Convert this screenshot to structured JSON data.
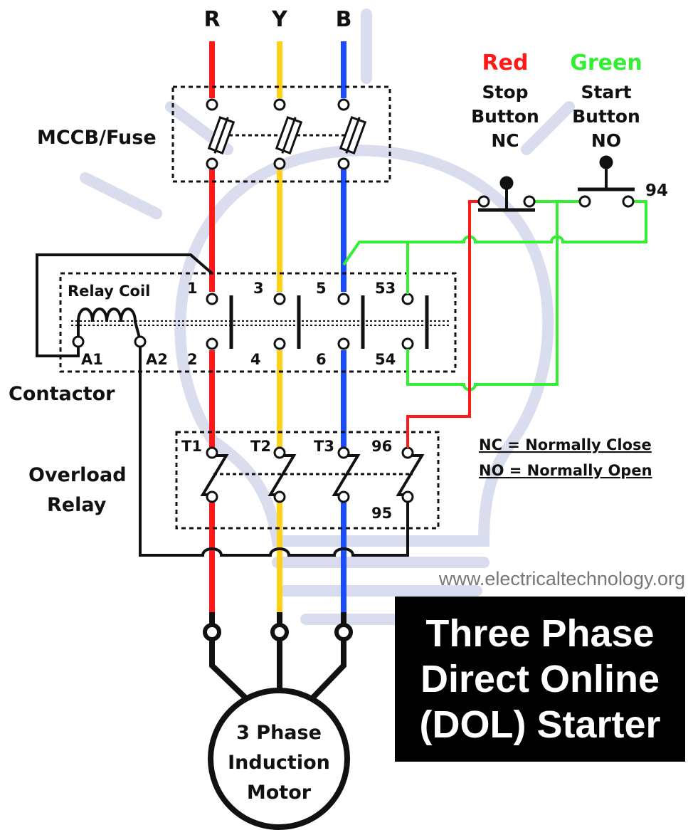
{
  "phases": [
    "R",
    "Y",
    "B"
  ],
  "colors": {
    "R": "#ff1a1a",
    "Y": "#ffd21a",
    "B": "#1a4dff",
    "control_green": "#33ee33",
    "control_red": "#ff1a1a",
    "wire_black": "#111111",
    "watermark": "#cfd4e8"
  },
  "push_buttons": {
    "stop": {
      "color_word": "Red",
      "line1": "Stop",
      "line2": "Button",
      "type": "NC"
    },
    "start": {
      "color_word": "Green",
      "line1": "Start",
      "line2": "Button",
      "type": "NO"
    },
    "terminal_94": "94"
  },
  "mccb": {
    "label": "MCCB/Fuse"
  },
  "contactor": {
    "label": "Contactor",
    "coil_label": "Relay Coil",
    "coil_terminals": [
      "A1",
      "A2"
    ],
    "top_terminals": [
      "1",
      "3",
      "5",
      "53"
    ],
    "bottom_terminals": [
      "2",
      "4",
      "6",
      "54"
    ]
  },
  "overload": {
    "label_line1": "Overload",
    "label_line2": "Relay",
    "terminals": [
      "T1",
      "T2",
      "T3",
      "96"
    ],
    "terminal_95": "95"
  },
  "legend": {
    "nc": "NC = Normally Close",
    "no": "NO = Normally Open"
  },
  "motor": {
    "line1": "3 Phase",
    "line2": "Induction",
    "line3": "Motor"
  },
  "website": "www.electricaltechnology.org",
  "title": {
    "line1": "Three Phase",
    "line2": "Direct Online",
    "line3": "(DOL) Starter"
  }
}
